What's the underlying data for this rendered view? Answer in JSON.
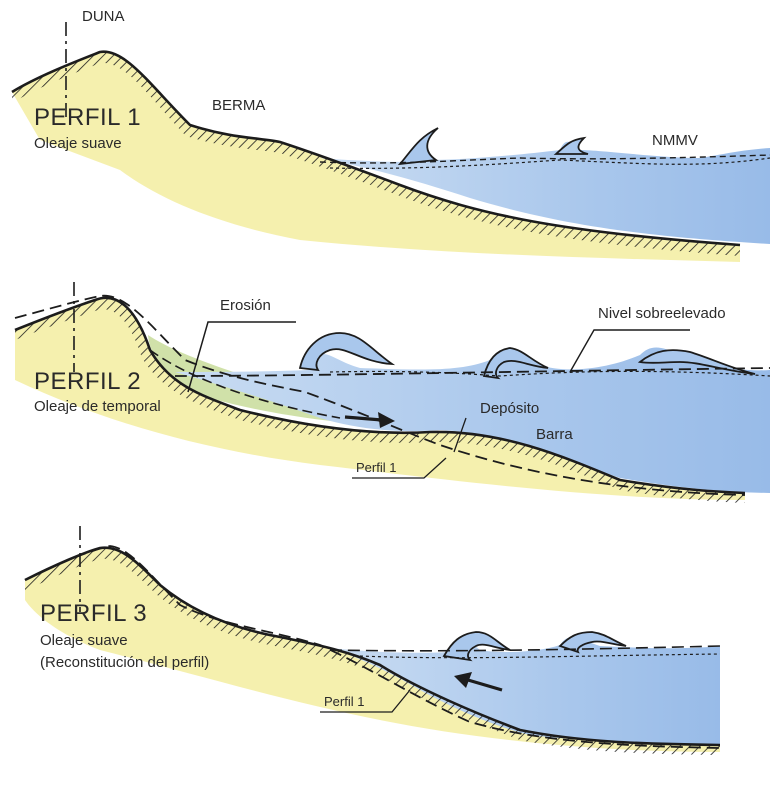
{
  "colors": {
    "sand": "#f3eda0",
    "water": "#a9c7ec",
    "ground": "#1c1c1c",
    "erosion": "#c8dc9a"
  },
  "labels": {
    "duna": "DUNA",
    "berma": "BERMA",
    "nmmv": "NMMV",
    "erosion": "Erosión",
    "nivel_sobreelevado": "Nivel sobreelevado",
    "deposito": "Depósito",
    "barra": "Barra",
    "perfil1_ref_2": "Perfil 1",
    "perfil1_ref_3": "Perfil 1"
  },
  "profiles": [
    {
      "title": "PERFIL 1",
      "subtitle": "Oleaje suave",
      "note": ""
    },
    {
      "title": "PERFIL 2",
      "subtitle": "Oleaje de temporal",
      "note": ""
    },
    {
      "title": "PERFIL 3",
      "subtitle": "Oleaje suave",
      "note": "(Reconstitución del perfil)"
    }
  ]
}
